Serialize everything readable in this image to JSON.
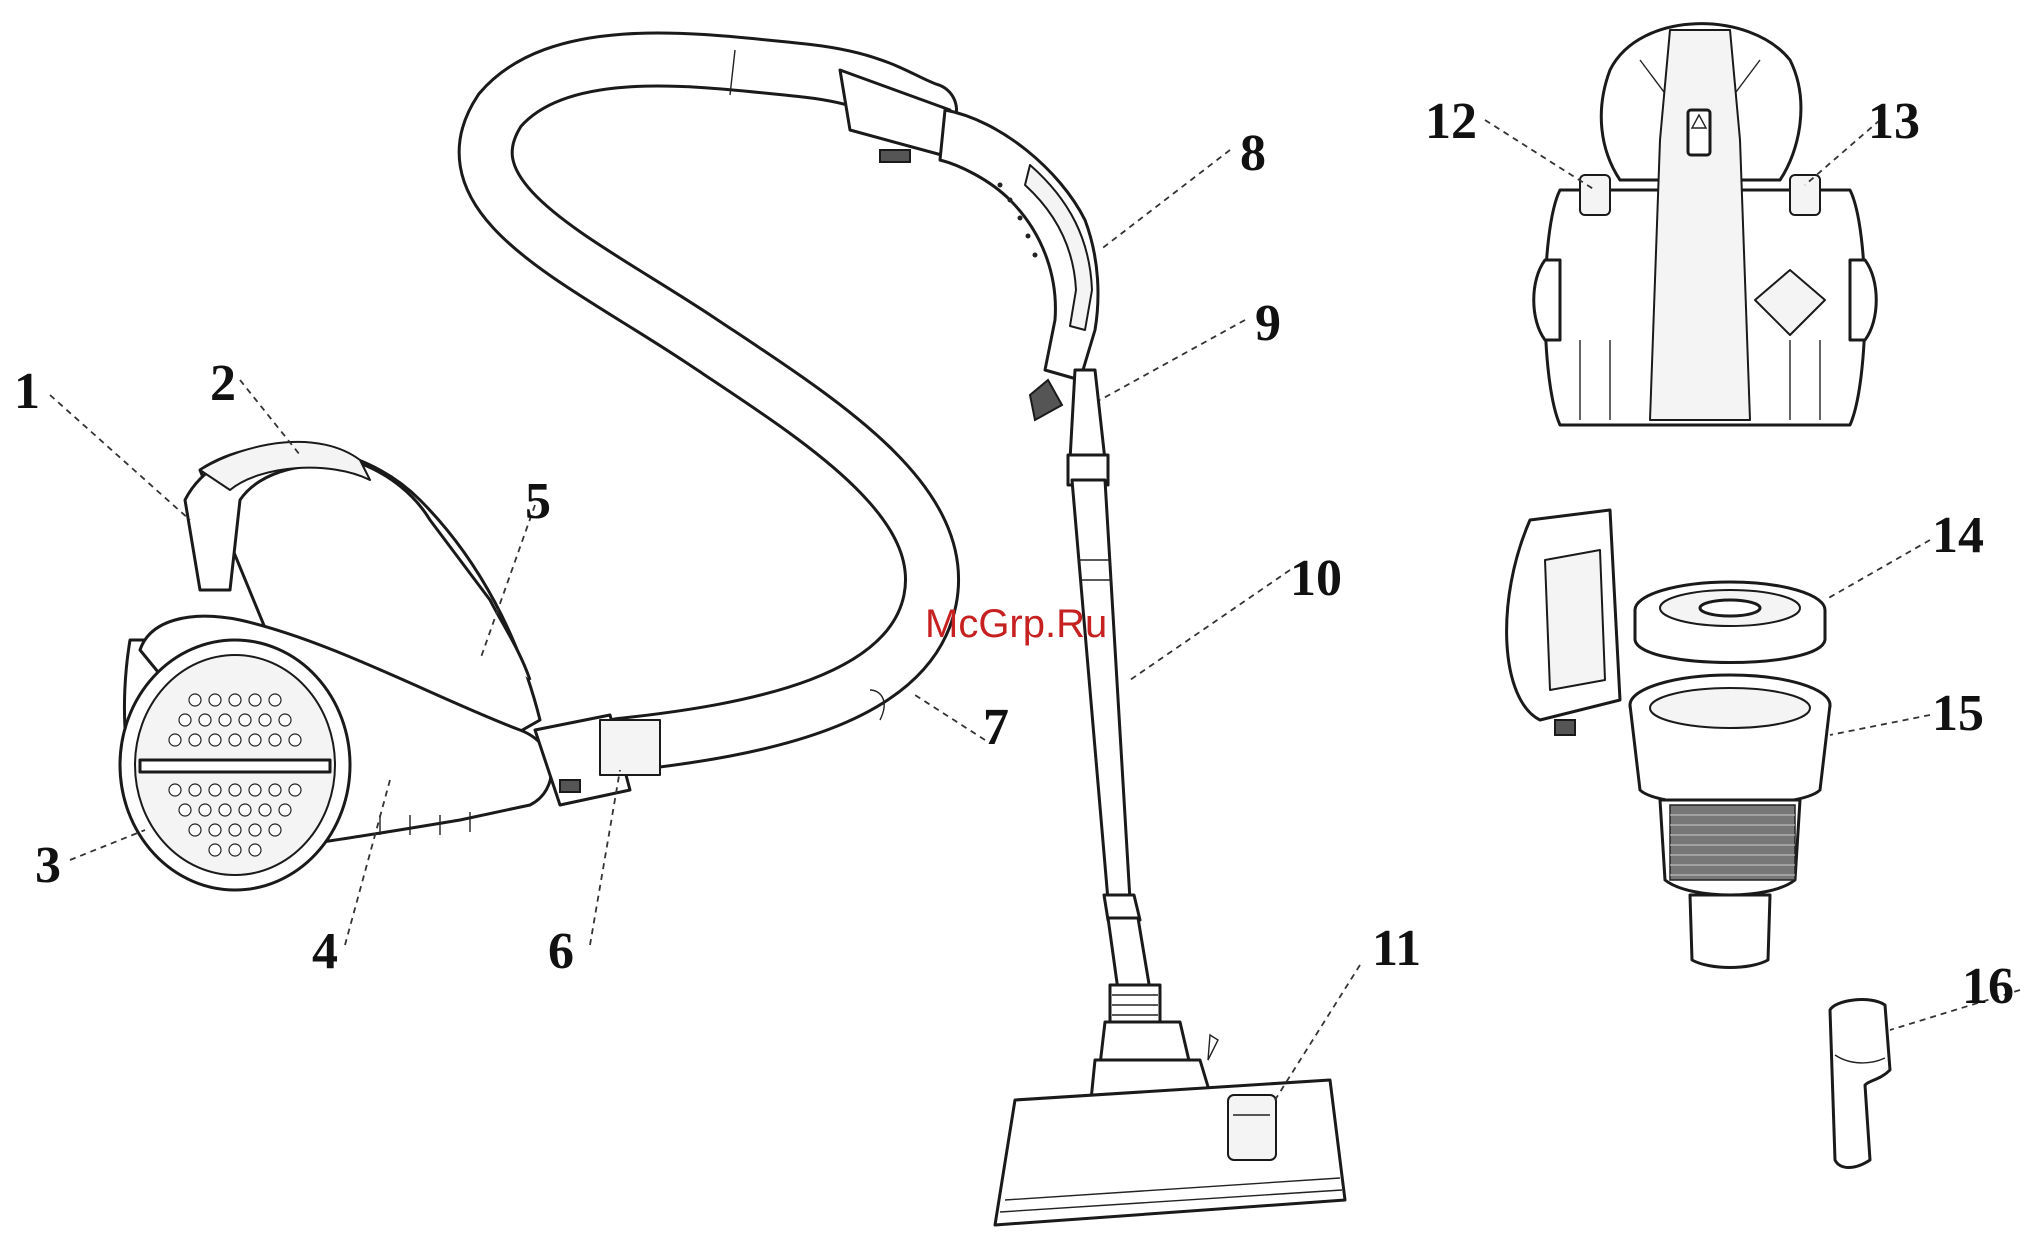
{
  "watermark": "McGrp.Ru",
  "callouts": [
    {
      "id": "1",
      "text": "1"
    },
    {
      "id": "2",
      "text": "2"
    },
    {
      "id": "3",
      "text": "3"
    },
    {
      "id": "4",
      "text": "4"
    },
    {
      "id": "5",
      "text": "5"
    },
    {
      "id": "6",
      "text": "6"
    },
    {
      "id": "7",
      "text": "7"
    },
    {
      "id": "8",
      "text": "8"
    },
    {
      "id": "9",
      "text": "9"
    },
    {
      "id": "10",
      "text": "10"
    },
    {
      "id": "11",
      "text": "11"
    },
    {
      "id": "12",
      "text": "12"
    },
    {
      "id": "13",
      "text": "13"
    },
    {
      "id": "14",
      "text": "14"
    },
    {
      "id": "15",
      "text": "15"
    },
    {
      "id": "16",
      "text": "16"
    }
  ]
}
